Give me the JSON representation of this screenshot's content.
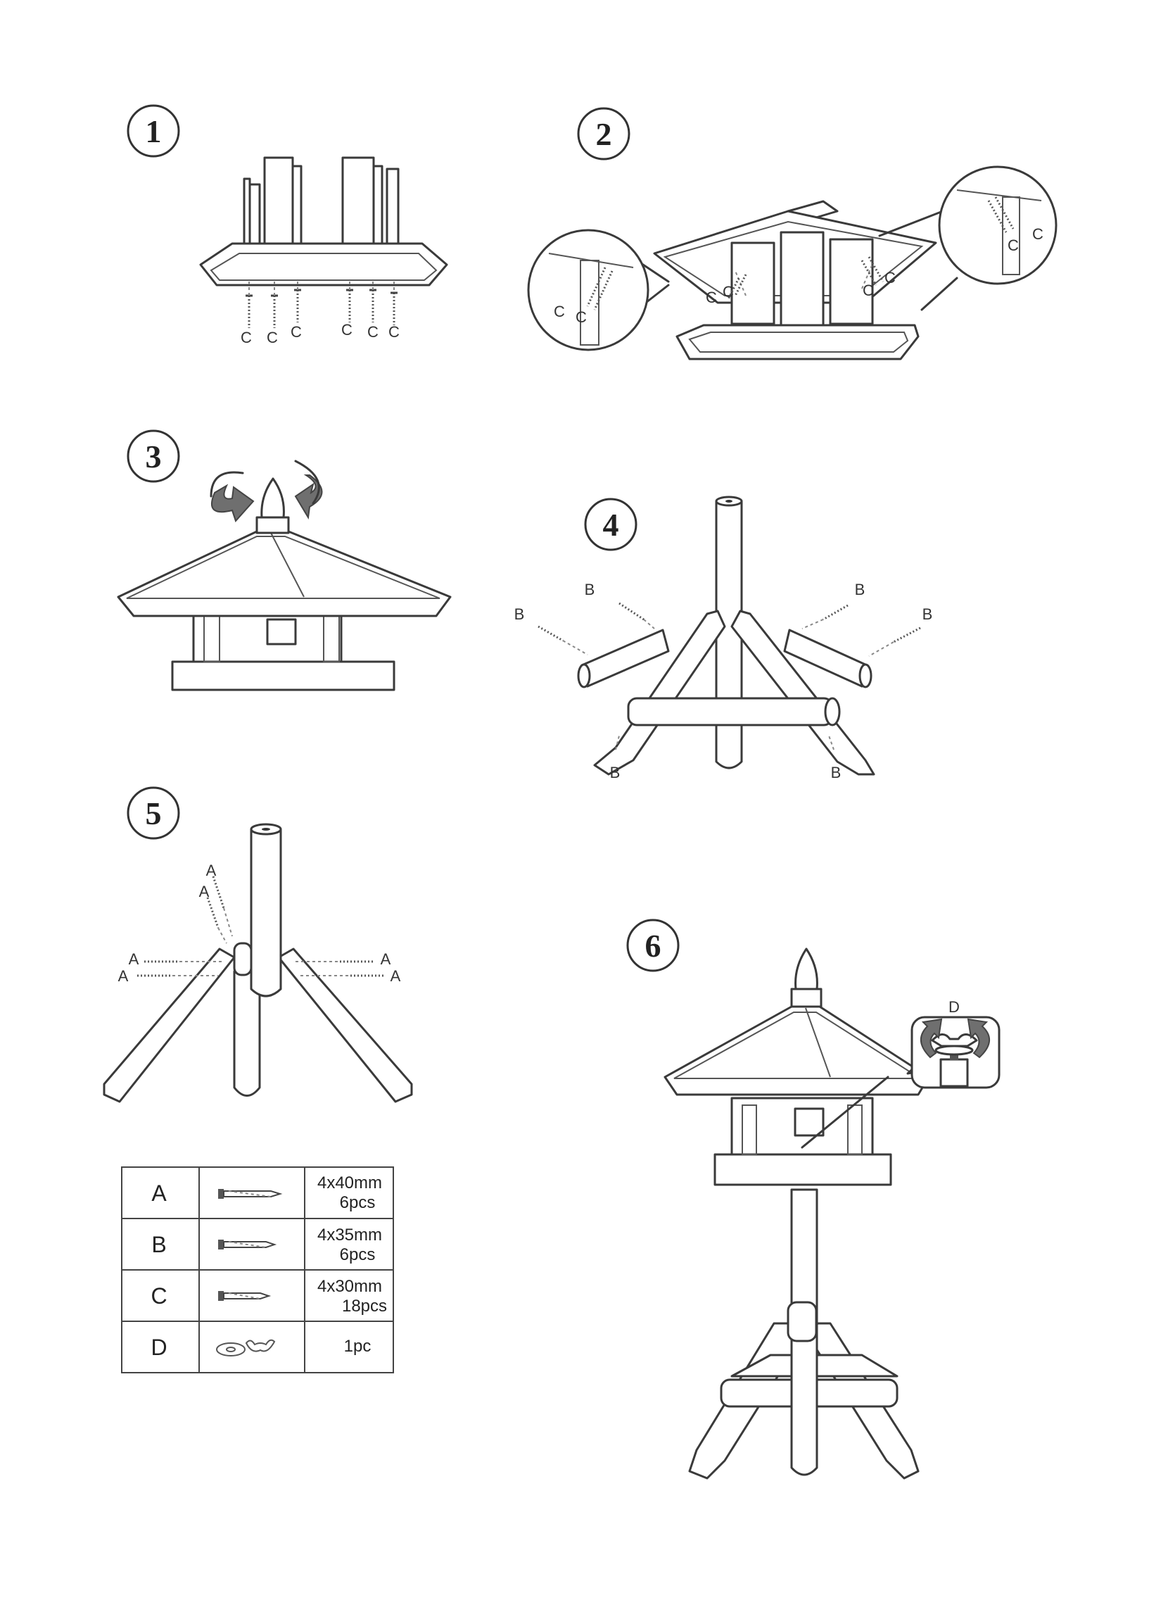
{
  "steps": [
    {
      "number": "1",
      "labels": [
        "C",
        "C",
        "C",
        "C",
        "C",
        "C"
      ]
    },
    {
      "number": "2",
      "labels": [
        "C",
        "C",
        "C",
        "C",
        "C",
        "C",
        "C",
        "C"
      ]
    },
    {
      "number": "3"
    },
    {
      "number": "4",
      "labels": [
        "B",
        "B",
        "B",
        "B",
        "B",
        "B"
      ]
    },
    {
      "number": "5",
      "labels": [
        "A",
        "A",
        "A",
        "A",
        "A",
        "A"
      ]
    },
    {
      "number": "6",
      "labels": [
        "D"
      ]
    }
  ],
  "parts_table": {
    "rows": [
      {
        "letter": "A",
        "icon": "long-screw-icon",
        "size": "4x40mm",
        "qty": "6pcs"
      },
      {
        "letter": "B",
        "icon": "medium-screw-icon",
        "size": "4x35mm",
        "qty": "6pcs"
      },
      {
        "letter": "C",
        "icon": "short-screw-icon",
        "size": "4x30mm",
        "qty": "18pcs"
      },
      {
        "letter": "D",
        "icon": "washer-wingnut-icon",
        "size": "",
        "qty": "1pc"
      }
    ]
  },
  "colors": {
    "line": "#3a3a3a",
    "arrow": "#6f6f6f"
  }
}
